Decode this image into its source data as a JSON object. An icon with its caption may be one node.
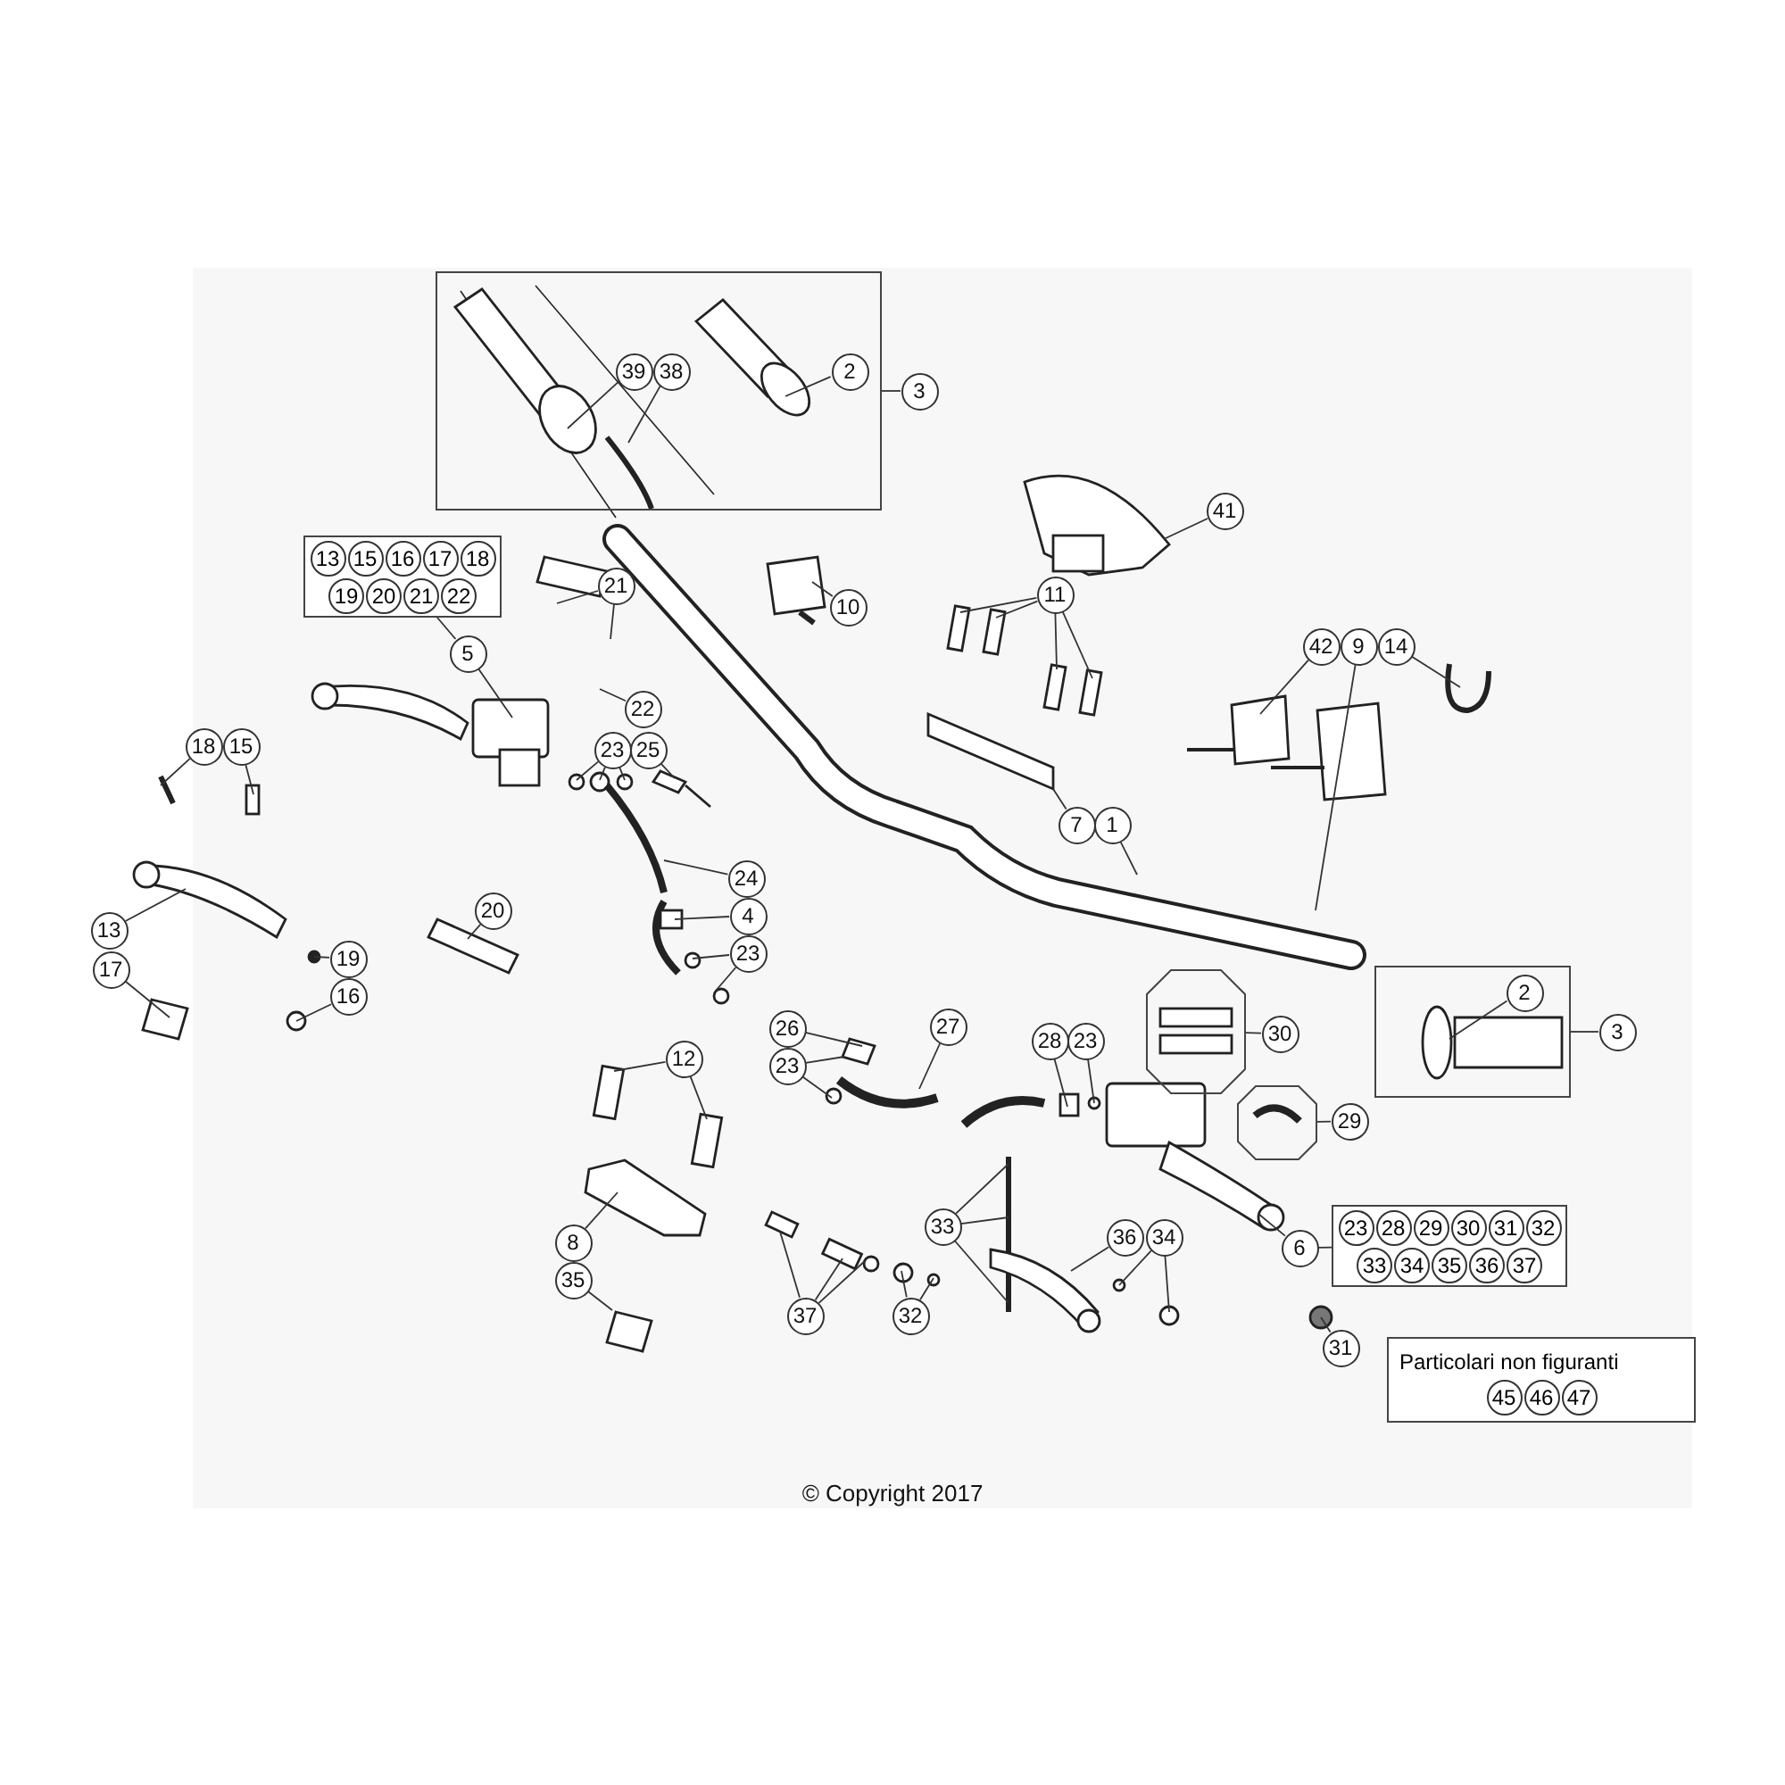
{
  "diagram": {
    "nodes": [
      {
        "text": [],
        "shape": "box"
      },
      {
        "text": [
          "39"
        ],
        "in": 0
      },
      {
        "text": [
          "38"
        ],
        "in": 0
      },
      {
        "text": [
          "2"
        ],
        "in": 0
      },
      {
        "text": [
          "3"
        ]
      },
      {
        "text": [
          "41"
        ]
      },
      {
        "text": [
          "13",
          "15",
          "16",
          "17",
          "18",
          "19",
          "20",
          "21",
          "22"
        ]
      },
      {
        "text": [
          "21"
        ]
      },
      {
        "text": [
          "10"
        ]
      },
      {
        "text": [
          "11"
        ]
      },
      {
        "text": [
          "5"
        ]
      },
      {
        "text": [
          "42"
        ]
      },
      {
        "text": [
          "9"
        ]
      },
      {
        "text": [
          "14"
        ]
      },
      {
        "text": [
          "22"
        ]
      },
      {
        "text": [
          "18"
        ]
      },
      {
        "text": [
          "15"
        ]
      },
      {
        "text": [
          "23"
        ]
      },
      {
        "text": [
          "25"
        ]
      },
      {
        "text": [
          "7"
        ]
      },
      {
        "text": [
          "1"
        ]
      },
      {
        "text": [
          "24"
        ]
      },
      {
        "text": [
          "4"
        ]
      },
      {
        "text": [
          "13"
        ]
      },
      {
        "text": [
          "19"
        ]
      },
      {
        "text": [
          "20"
        ]
      },
      {
        "text": [
          "23"
        ]
      },
      {
        "text": [
          "17"
        ]
      },
      {
        "text": [
          "16"
        ]
      },
      {
        "text": [],
        "shape": "box"
      },
      {
        "text": [
          "2"
        ],
        "in": 29
      },
      {
        "text": [
          "3"
        ]
      },
      {
        "text": [
          "26"
        ]
      },
      {
        "text": [
          "27"
        ]
      },
      {
        "text": [
          "28"
        ]
      },
      {
        "text": [
          "23"
        ]
      },
      {
        "text": [],
        "shape": "octagon"
      },
      {
        "text": [
          "30"
        ]
      },
      {
        "text": [
          "23"
        ]
      },
      {
        "text": [
          "12"
        ]
      },
      {
        "text": [],
        "shape": "octagon"
      },
      {
        "text": [
          "29"
        ]
      },
      {
        "text": [
          "33"
        ]
      },
      {
        "text": [
          "36"
        ]
      },
      {
        "text": [
          "34"
        ]
      },
      {
        "text": [
          "8"
        ]
      },
      {
        "text": [
          "6"
        ]
      },
      {
        "text": [
          "23",
          "28",
          "29",
          "30",
          "31",
          "32",
          "33",
          "34",
          "35",
          "36",
          "37"
        ]
      },
      {
        "text": [
          "35"
        ]
      },
      {
        "text": [
          "37"
        ]
      },
      {
        "text": [
          "32"
        ]
      },
      {
        "text": [
          "31"
        ]
      },
      {
        "text": [
          "Particolari non figuranti",
          "45",
          "46",
          "47"
        ]
      }
    ],
    "edges": [
      {
        "from": 4,
        "to": 0,
        "arrow": "none"
      },
      {
        "from": 1,
        "to": null,
        "arrow": "none"
      },
      {
        "from": 2,
        "to": null,
        "arrow": "none"
      },
      {
        "from": 3,
        "to": null,
        "arrow": "none"
      },
      {
        "from": 5,
        "to": null,
        "arrow": "none"
      },
      {
        "from": 6,
        "to": 10,
        "arrow": "none"
      },
      {
        "from": 10,
        "to": null,
        "arrow": "none"
      },
      {
        "from": 7,
        "to": null,
        "arrow": "none"
      },
      {
        "from": 7,
        "to": null,
        "arrow": "none"
      },
      {
        "from": 8,
        "to": null,
        "arrow": "none"
      },
      {
        "from": 9,
        "to": null,
        "arrow": "none"
      },
      {
        "from": 9,
        "to": null,
        "arrow": "none"
      },
      {
        "from": 9,
        "to": null,
        "arrow": "none"
      },
      {
        "from": 9,
        "to": null,
        "arrow": "none"
      },
      {
        "from": 11,
        "to": null,
        "arrow": "none"
      },
      {
        "from": 12,
        "to": null,
        "arrow": "none"
      },
      {
        "from": 13,
        "to": null,
        "arrow": "none"
      },
      {
        "from": 14,
        "to": null,
        "arrow": "none"
      },
      {
        "from": 15,
        "to": null,
        "arrow": "none"
      },
      {
        "from": 16,
        "to": null,
        "arrow": "none"
      },
      {
        "from": 17,
        "to": null,
        "arrow": "none"
      },
      {
        "from": 17,
        "to": null,
        "arrow": "none"
      },
      {
        "from": 17,
        "to": null,
        "arrow": "none"
      },
      {
        "from": 18,
        "to": null,
        "arrow": "none"
      },
      {
        "from": 19,
        "to": null,
        "arrow": "none"
      },
      {
        "from": 20,
        "to": null,
        "arrow": "none"
      },
      {
        "from": 21,
        "to": null,
        "arrow": "none"
      },
      {
        "from": 22,
        "to": null,
        "arrow": "none"
      },
      {
        "from": 23,
        "to": null,
        "arrow": "none"
      },
      {
        "from": 24,
        "to": null,
        "arrow": "none"
      },
      {
        "from": 25,
        "to": null,
        "arrow": "none"
      },
      {
        "from": 26,
        "to": null,
        "arrow": "none"
      },
      {
        "from": 26,
        "to": null,
        "arrow": "none"
      },
      {
        "from": 27,
        "to": null,
        "arrow": "none"
      },
      {
        "from": 28,
        "to": null,
        "arrow": "none"
      },
      {
        "from": 30,
        "to": null,
        "arrow": "none"
      },
      {
        "from": 31,
        "to": 29,
        "arrow": "none"
      },
      {
        "from": 32,
        "to": null,
        "arrow": "none"
      },
      {
        "from": 33,
        "to": null,
        "arrow": "none"
      },
      {
        "from": 34,
        "to": null,
        "arrow": "none"
      },
      {
        "from": 35,
        "to": null,
        "arrow": "none"
      },
      {
        "from": 37,
        "to": 36,
        "arrow": "none"
      },
      {
        "from": 38,
        "to": null,
        "arrow": "none"
      },
      {
        "from": 38,
        "to": null,
        "arrow": "none"
      },
      {
        "from": 39,
        "to": null,
        "arrow": "none"
      },
      {
        "from": 39,
        "to": null,
        "arrow": "none"
      },
      {
        "from": 41,
        "to": 40,
        "arrow": "none"
      },
      {
        "from": 42,
        "to": null,
        "arrow": "none"
      },
      {
        "from": 42,
        "to": null,
        "arrow": "none"
      },
      {
        "from": 42,
        "to": null,
        "arrow": "none"
      },
      {
        "from": 43,
        "to": null,
        "arrow": "none"
      },
      {
        "from": 44,
        "to": null,
        "arrow": "none"
      },
      {
        "from": 44,
        "to": null,
        "arrow": "none"
      },
      {
        "from": 45,
        "to": null,
        "arrow": "none"
      },
      {
        "from": 46,
        "to": null,
        "arrow": "none"
      },
      {
        "from": 46,
        "to": 47,
        "arrow": "none"
      },
      {
        "from": 48,
        "to": null,
        "arrow": "none"
      },
      {
        "from": 49,
        "to": null,
        "arrow": "none"
      },
      {
        "from": 49,
        "to": null,
        "arrow": "none"
      },
      {
        "from": 49,
        "to": null,
        "arrow": "none"
      },
      {
        "from": 50,
        "to": null,
        "arrow": "none"
      },
      {
        "from": 50,
        "to": null,
        "arrow": "none"
      },
      {
        "from": 51,
        "to": null,
        "arrow": "none"
      }
    ],
    "labels": [
      "© Copyright 2017"
    ]
  }
}
